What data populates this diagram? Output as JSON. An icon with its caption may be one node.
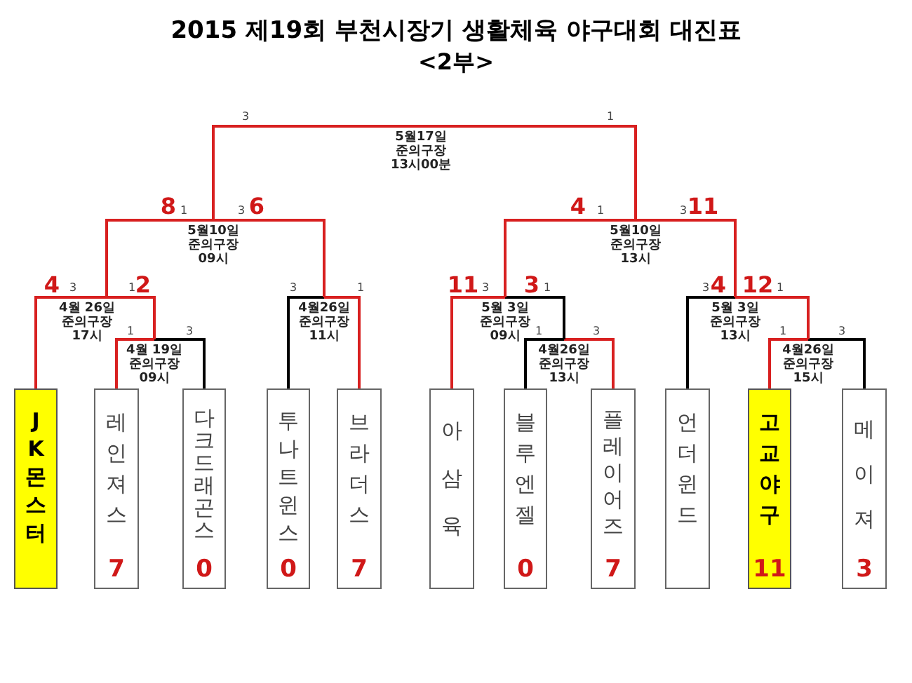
{
  "diagram": {
    "title": "2015 제19회 부천시장기 생활체육 야구대회 대진표",
    "nodes": [
      {
        "text": [
          "5월17일",
          "준의구장",
          "13시00분"
        ]
      },
      {
        "text": [
          "5월10일",
          "준의구장",
          "09시"
        ]
      },
      {
        "text": [
          "5월10일",
          "준의구장",
          "13시"
        ]
      },
      {
        "text": [
          "4월 26일",
          "준의구장",
          "17시"
        ]
      },
      {
        "text": [
          "4월26일",
          "준의구장",
          "11시"
        ]
      },
      {
        "text": [
          "5월 3일",
          "준의구장",
          "09시"
        ]
      },
      {
        "text": [
          "5월 3일",
          "준의구장",
          "13시"
        ]
      },
      {
        "text": [
          "4월 19일",
          "준의구장",
          "09시"
        ]
      },
      {
        "text": [
          "4월26일",
          "준의구장",
          "13시"
        ]
      },
      {
        "text": [
          "4월26일",
          "준의구장",
          "15시"
        ]
      },
      {
        "text": [
          "JK몬스터"
        ]
      },
      {
        "text": [
          "레인져스",
          "7"
        ]
      },
      {
        "text": [
          "다크드래곤스",
          "0"
        ]
      },
      {
        "text": [
          "투나트윈스",
          "0"
        ]
      },
      {
        "text": [
          "브라더스",
          "7"
        ]
      },
      {
        "text": [
          "아삼육"
        ]
      },
      {
        "text": [
          "블루엔젤",
          "0"
        ]
      },
      {
        "text": [
          "플레이어즈",
          "7"
        ]
      },
      {
        "text": [
          "언더윈드"
        ]
      },
      {
        "text": [
          "고교야구",
          "11"
        ]
      },
      {
        "text": [
          "메이져",
          "3"
        ]
      }
    ],
    "edges": [
      {
        "from": 10,
        "to": 3,
        "arrow": "none"
      },
      {
        "from": 11,
        "to": 7,
        "arrow": "none"
      },
      {
        "from": 12,
        "to": 7,
        "arrow": "none",
        "color": "#000000"
      },
      {
        "from": 7,
        "to": 3,
        "arrow": "none"
      },
      {
        "from": 3,
        "to": 1,
        "arrow": "none"
      },
      {
        "from": 13,
        "to": 4,
        "arrow": "none",
        "color": "#000000"
      },
      {
        "from": 14,
        "to": 4,
        "arrow": "none"
      },
      {
        "from": 4,
        "to": 1,
        "arrow": "none"
      },
      {
        "from": 1,
        "to": 0,
        "arrow": "none"
      },
      {
        "from": 15,
        "to": 5,
        "arrow": "none"
      },
      {
        "from": 16,
        "to": 8,
        "arrow": "none",
        "color": "#000000"
      },
      {
        "from": 17,
        "to": 8,
        "arrow": "none"
      },
      {
        "from": 8,
        "to": 5,
        "arrow": "none",
        "color": "#000000"
      },
      {
        "from": 5,
        "to": 2,
        "arrow": "none"
      },
      {
        "from": 18,
        "to": 6,
        "arrow": "none",
        "color": "#000000"
      },
      {
        "from": 19,
        "to": 9,
        "arrow": "none"
      },
      {
        "from": 20,
        "to": 9,
        "arrow": "none",
        "color": "#000000"
      },
      {
        "from": 9,
        "to": 6,
        "arrow": "none"
      },
      {
        "from": 6,
        "to": 2,
        "arrow": "none"
      },
      {
        "from": 2,
        "to": 0,
        "arrow": "none"
      }
    ],
    "labels": [
      "<2부>",
      "3",
      "1",
      "8",
      "1",
      "3",
      "6",
      "4",
      "1",
      "3",
      "11",
      "4",
      "3",
      "1",
      "2",
      "3",
      "1",
      "11",
      "3",
      "3",
      "1",
      "3",
      "4",
      "12",
      "1",
      "1",
      "3",
      "1",
      "3",
      "1",
      "3"
    ]
  }
}
